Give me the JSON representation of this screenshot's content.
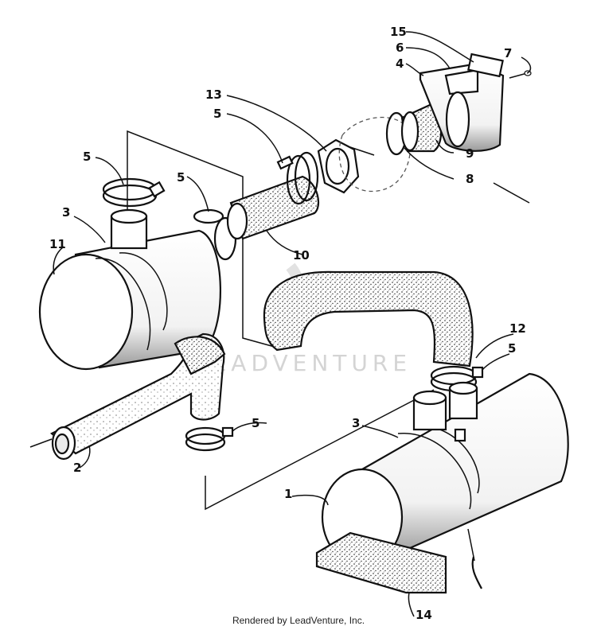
{
  "watermark": "LEADVENTURE",
  "footer": "Rendered by LeadVenture, Inc.",
  "callouts": [
    {
      "id": "c15",
      "label": "15"
    },
    {
      "id": "c6",
      "label": "6"
    },
    {
      "id": "c7",
      "label": "7"
    },
    {
      "id": "c4",
      "label": "4"
    },
    {
      "id": "c13",
      "label": "13"
    },
    {
      "id": "c5a",
      "label": "5"
    },
    {
      "id": "c5b",
      "label": "5"
    },
    {
      "id": "c5c",
      "label": "5"
    },
    {
      "id": "c3a",
      "label": "3"
    },
    {
      "id": "c11",
      "label": "11"
    },
    {
      "id": "c9",
      "label": "9"
    },
    {
      "id": "c8",
      "label": "8"
    },
    {
      "id": "c10",
      "label": "10"
    },
    {
      "id": "c12",
      "label": "12"
    },
    {
      "id": "c5d",
      "label": "5"
    },
    {
      "id": "c5e",
      "label": "5"
    },
    {
      "id": "c3b",
      "label": "3"
    },
    {
      "id": "c2",
      "label": "2"
    },
    {
      "id": "c1",
      "label": "1"
    },
    {
      "id": "c14",
      "label": "14"
    }
  ]
}
